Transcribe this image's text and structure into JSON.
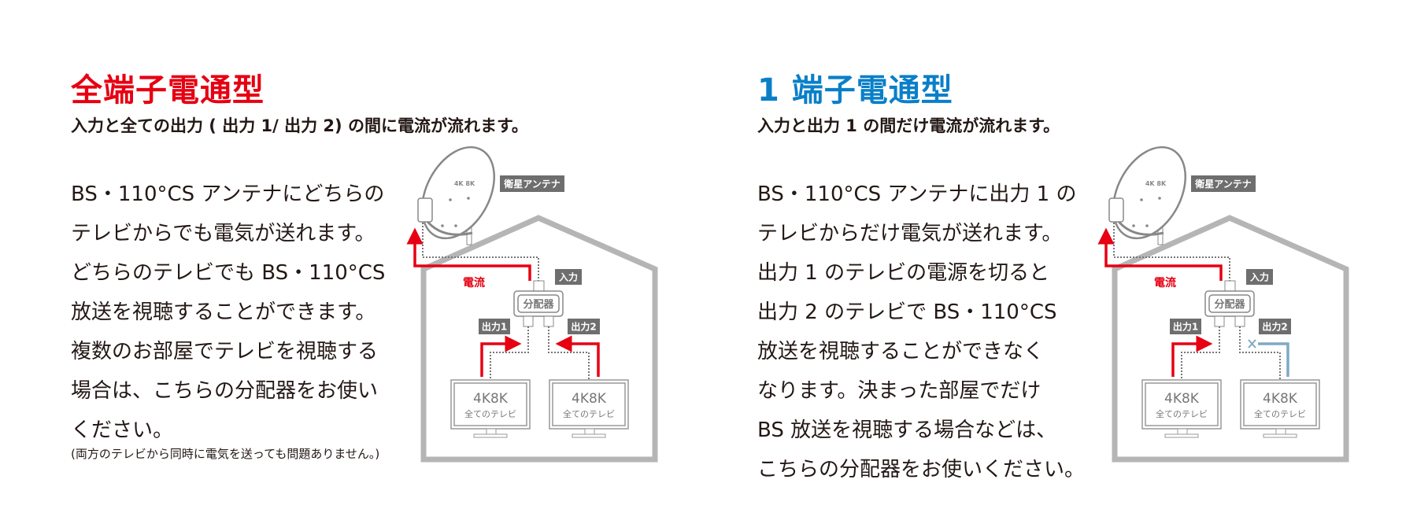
{
  "left": {
    "title": "全端子電通型",
    "title_color": "#e60012",
    "subtitle": "入力と全ての出力 ( 出力 1/ 出力 2) の間に電流が流れます。",
    "body_lines": [
      "BS・110°CS アンテナにどちらの",
      "テレビからでも電気が送れます。",
      "どちらのテレビでも BS・110°CS",
      "放送を視聴することができます。",
      "複数のお部屋でテレビを視聴する",
      "場合は、こちらの分配器をお使い",
      "ください。"
    ],
    "note": "(両方のテレビから同時に電気を送っても問題ありません。)",
    "diagram": {
      "antenna_label": "衛星アンテナ",
      "dish_badge": "4K 8K",
      "current_label": "電流",
      "input_label": "入力",
      "splitter_label": "分配器",
      "output1_label": "出力1",
      "output2_label": "出力2",
      "tv1": {
        "line1": "4K8K",
        "line2": "全てのテレビ"
      },
      "tv2": {
        "line1": "4K8K",
        "line2": "全てのテレビ"
      },
      "output2_current": "flows"
    }
  },
  "right": {
    "title": "1 端子電通型",
    "title_color": "#0a7fc8",
    "subtitle": "入力と出力 1 の間だけ電流が流れます。",
    "body_lines": [
      "BS・110°CS アンテナに出力 1 の",
      "テレビからだけ電気が送れます。",
      "出力 1 のテレビの電源を切ると",
      "出力 2 のテレビで BS・110°CS",
      "放送を視聴することができなく",
      "なります。決まった部屋でだけ",
      "BS 放送を視聴する場合などは、",
      "こちらの分配器をお使いください。"
    ],
    "diagram": {
      "antenna_label": "衛星アンテナ",
      "dish_badge": "4K 8K",
      "current_label": "電流",
      "input_label": "入力",
      "splitter_label": "分配器",
      "output1_label": "出力1",
      "output2_label": "出力2",
      "tv1": {
        "line1": "4K8K",
        "line2": "全てのテレビ"
      },
      "tv2": {
        "line1": "4K8K",
        "line2": "全てのテレビ"
      },
      "output2_current": "blocked"
    }
  },
  "colors": {
    "current": "#e60012",
    "blocked": "#7ea9c4",
    "house": "#b5b5b5",
    "label_bg": "#6e6e6e"
  }
}
